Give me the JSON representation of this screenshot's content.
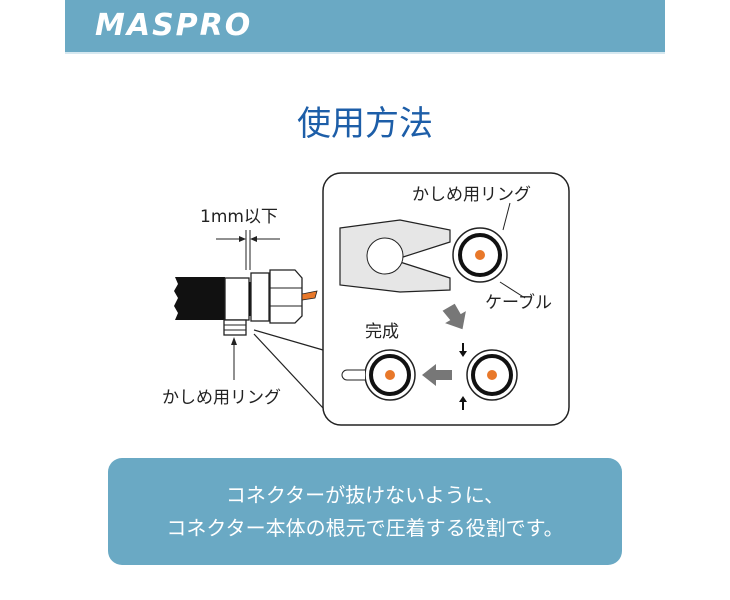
{
  "header": {
    "logo": "MASPRO"
  },
  "title": "使用方法",
  "illustration": {
    "gap_label": "1mm以下",
    "ring_label_left": "かしめ用リング",
    "ring_label_detail": "かしめ用リング",
    "cable_label": "ケーブル",
    "done_label": "完成"
  },
  "note": {
    "line1": "コネクターが抜けないように、",
    "line2": "コネクター本体の根元で圧着する役割です。"
  },
  "colors": {
    "band": "#6aa9c4",
    "title": "#1d5ea8",
    "core": "#e8782a"
  }
}
